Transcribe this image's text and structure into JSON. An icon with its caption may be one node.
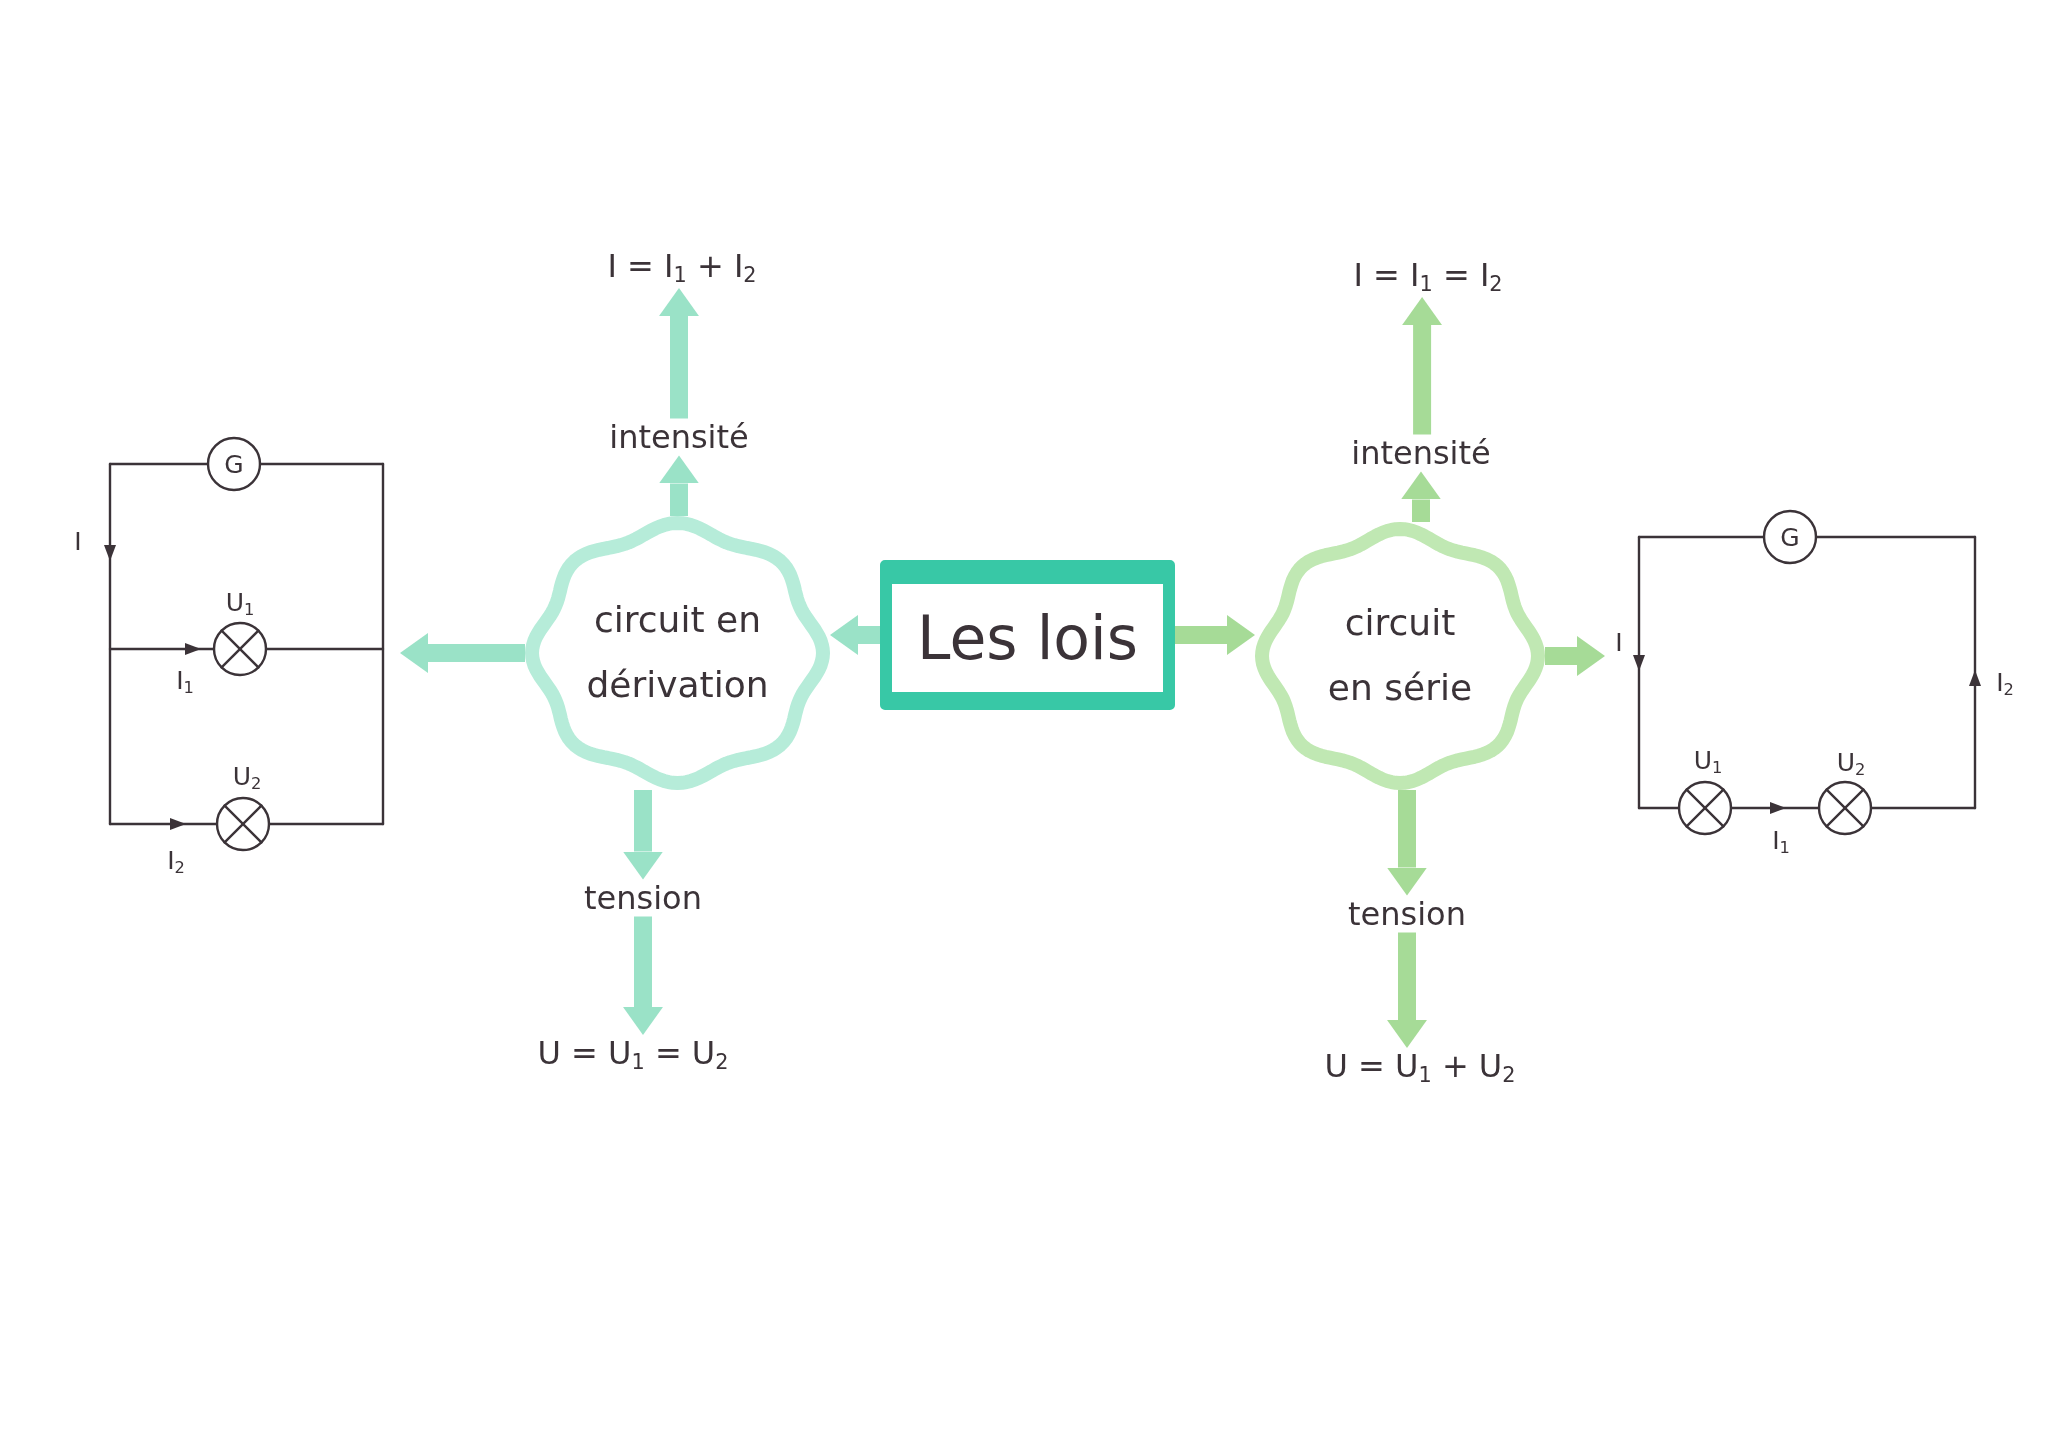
{
  "diagram": {
    "nodes": [
      {
        "text": [
          "Les lois"
        ]
      },
      {
        "text": [
          "circuit en dérivation"
        ]
      },
      {
        "text": [
          "intensité"
        ]
      },
      {
        "text": [
          "I = I$_{1}$ + I$_{2}$"
        ]
      },
      {
        "text": [
          "tension"
        ]
      },
      {
        "text": [
          "U = U$_{1}$ = U$_{2}$"
        ]
      },
      {
        "text": [
          "G",
          "I",
          "U$_{1}$",
          "I$_{1}$",
          "U$_{2}$",
          "I$_{2}$"
        ]
      },
      {
        "text": [
          "circuit en série"
        ]
      },
      {
        "text": [
          "intensité"
        ]
      },
      {
        "text": [
          "I = I$_{1}$ = I$_{2}$"
        ]
      },
      {
        "text": [
          "tension"
        ]
      },
      {
        "text": [
          "U = U$_{1}$ + U$_{2}$"
        ]
      },
      {
        "text": [
          "G",
          "I",
          "I$_{2}$",
          "U$_{1}$",
          "U$_{2}$",
          "I$_{1}$"
        ]
      }
    ],
    "edges": [
      {
        "from": 0,
        "to": 1,
        "arrow": "to",
        "color": "#9ae2c7"
      },
      {
        "from": 1,
        "to": 2,
        "arrow": "to",
        "color": "#9ae2c7"
      },
      {
        "from": 2,
        "to": 3,
        "arrow": "to",
        "color": "#9ae2c7"
      },
      {
        "from": 1,
        "to": 4,
        "arrow": "to",
        "color": "#9ae2c7"
      },
      {
        "from": 4,
        "to": 5,
        "arrow": "to",
        "color": "#9ae2c7"
      },
      {
        "from": 1,
        "to": 6,
        "arrow": "to",
        "color": "#9ae2c7"
      },
      {
        "from": 0,
        "to": 7,
        "arrow": "to",
        "color": "#a6db97"
      },
      {
        "from": 7,
        "to": 8,
        "arrow": "to",
        "color": "#a6db97"
      },
      {
        "from": 8,
        "to": 9,
        "arrow": "to",
        "color": "#a6db97"
      },
      {
        "from": 7,
        "to": 10,
        "arrow": "to",
        "color": "#a6db97"
      },
      {
        "from": 10,
        "to": 11,
        "arrow": "to",
        "color": "#a6db97"
      },
      {
        "from": 7,
        "to": 12,
        "arrow": "to",
        "color": "#a6db97"
      }
    ]
  }
}
